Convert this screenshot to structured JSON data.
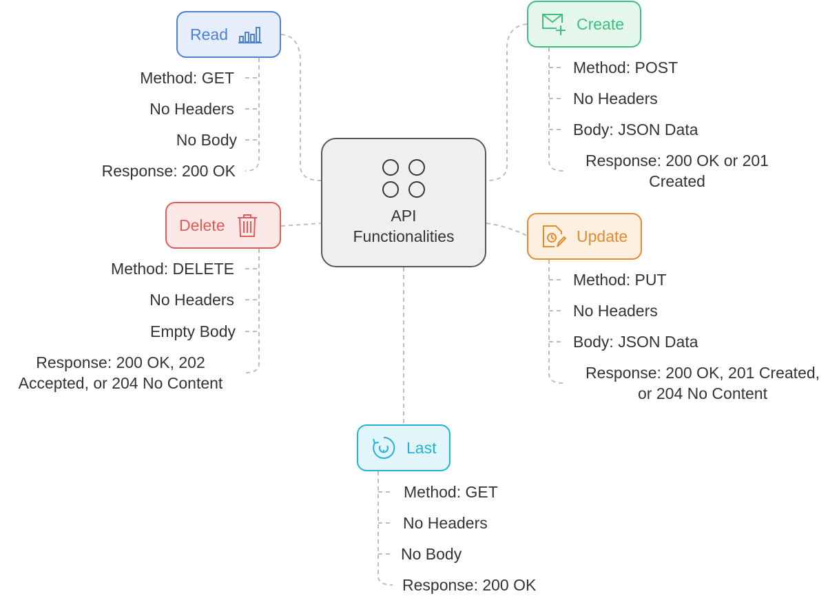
{
  "center": {
    "title_line1": "API",
    "title_line2": "Functionalities",
    "icon": "four-circles-icon"
  },
  "colors": {
    "read": "#4a7fd6",
    "read_bg": "#e6eefb",
    "create": "#3fbf7f",
    "create_bg": "#e5f6ec",
    "delete": "#e05a5a",
    "delete_bg": "#fde8e8",
    "update": "#e58a2e",
    "update_bg": "#fdf0e1",
    "last": "#1fb3d6",
    "last_bg": "#e1f5fa",
    "connector": "#bdbdbd"
  },
  "read": {
    "label": "Read",
    "icon": "bar-chart-icon",
    "items": [
      "Method: GET",
      "No Headers",
      "No Body",
      "Response: 200 OK"
    ]
  },
  "create": {
    "label": "Create",
    "icon": "mail-plus-icon",
    "items": [
      "Method: POST",
      "No Headers",
      "Body: JSON Data",
      "Response: 200 OK or 201",
      "Created"
    ]
  },
  "delete": {
    "label": "Delete",
    "icon": "trash-icon",
    "items": [
      "Method: DELETE",
      "No Headers",
      "Empty Body",
      "Response: 200 OK, 202",
      "Accepted, or 204 No Content"
    ]
  },
  "update": {
    "label": "Update",
    "icon": "edit-document-icon",
    "items": [
      "Method: PUT",
      "No Headers",
      "Body: JSON Data",
      "Response: 200 OK, 201 Created,",
      "or 204 No Content"
    ]
  },
  "last": {
    "label": "Last",
    "icon": "refresh-circle-icon",
    "items": [
      "Method: GET",
      "No Headers",
      "No Body",
      "Response: 200 OK"
    ]
  }
}
